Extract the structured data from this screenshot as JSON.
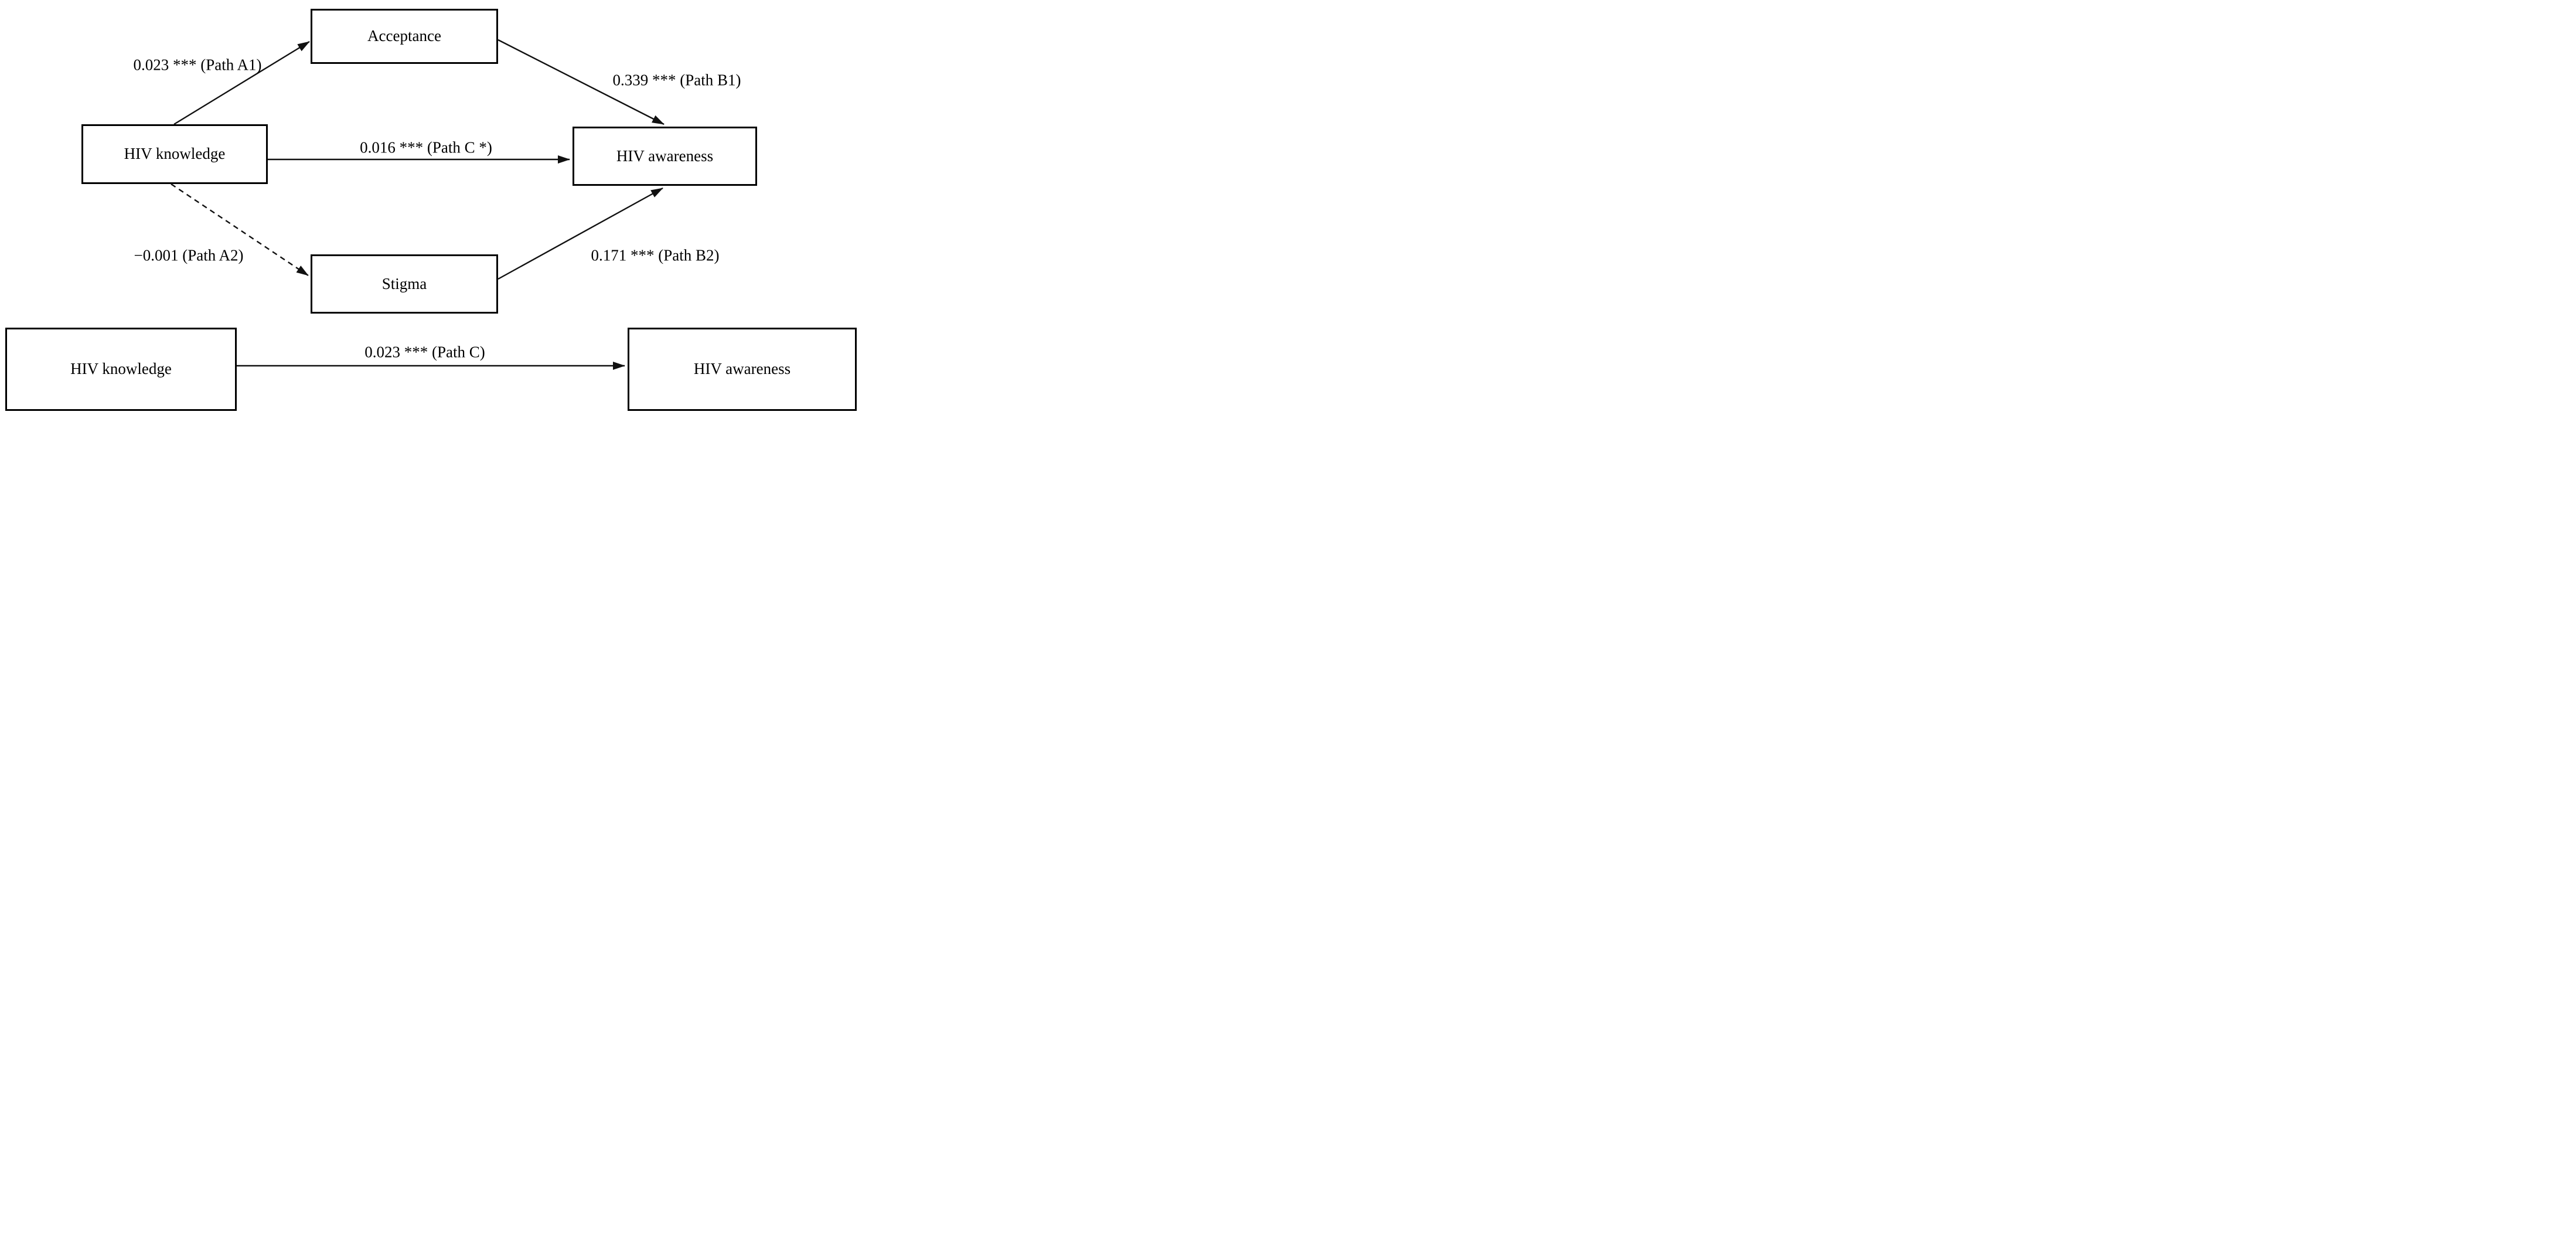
{
  "figure": {
    "description": "Mediation path model: HIV knowledge to HIV awareness via Acceptance and Stigma (top panel) and total effect model (bottom panel)",
    "colors": {
      "background": "#ffffff",
      "box_border": "#000000",
      "line": "#111111",
      "text": "#000000"
    }
  },
  "nodes": [
    {
      "id": "acceptance",
      "label": "Acceptance"
    },
    {
      "id": "hiv-knowledge-top",
      "label": "HIV knowledge"
    },
    {
      "id": "hiv-awareness-top",
      "label": "HIV awareness"
    },
    {
      "id": "stigma",
      "label": "Stigma"
    },
    {
      "id": "hiv-knowledge-bottom",
      "label": "HIV knowledge"
    },
    {
      "id": "hiv-awareness-bottom",
      "label": "HIV awareness"
    }
  ],
  "edges": [
    {
      "id": "path-a1",
      "from": "hiv-knowledge-top",
      "to": "acceptance",
      "style": "solid",
      "coefficient": "0.023",
      "significance": "***",
      "label": "0.023 *** (Path A1)"
    },
    {
      "id": "path-b1",
      "from": "acceptance",
      "to": "hiv-awareness-top",
      "style": "solid",
      "coefficient": "0.339",
      "significance": "***",
      "label": "0.339 *** (Path B1)"
    },
    {
      "id": "path-c-star",
      "from": "hiv-knowledge-top",
      "to": "hiv-awareness-top",
      "style": "solid",
      "coefficient": "0.016",
      "significance": "***",
      "label": "0.016 *** (Path C *)"
    },
    {
      "id": "path-a2",
      "from": "hiv-knowledge-top",
      "to": "stigma",
      "style": "dashed",
      "coefficient": "−0.001",
      "significance": "",
      "label": "−0.001 (Path A2)"
    },
    {
      "id": "path-b2",
      "from": "stigma",
      "to": "hiv-awareness-top",
      "style": "solid",
      "coefficient": "0.171",
      "significance": "***",
      "label": "0.171 *** (Path B2)"
    },
    {
      "id": "path-c",
      "from": "hiv-knowledge-bottom",
      "to": "hiv-awareness-bottom",
      "style": "solid",
      "coefficient": "0.023",
      "significance": "***",
      "label": "0.023 *** (Path C)"
    }
  ]
}
